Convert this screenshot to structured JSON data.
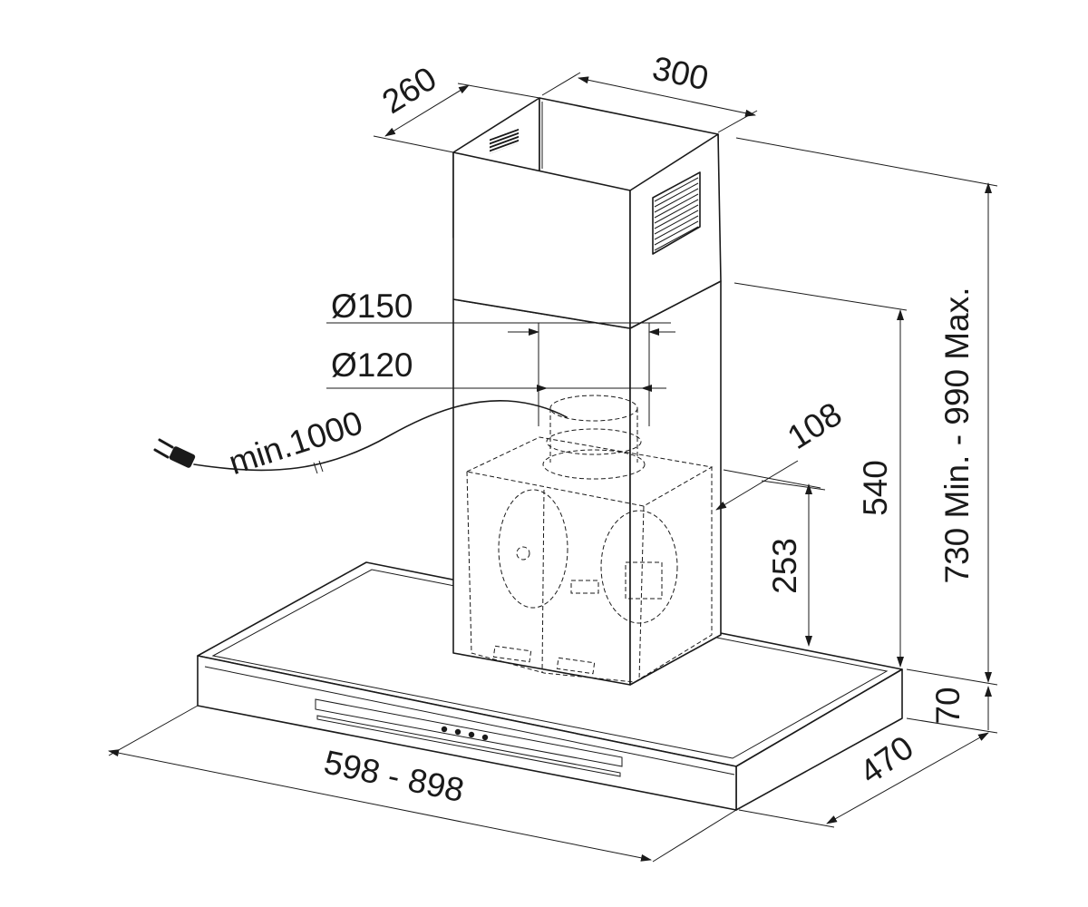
{
  "dimensions": {
    "chimney_depth": "260",
    "chimney_width": "300",
    "outlet_150": "Ø150",
    "outlet_120": "Ø120",
    "cable_length": "min.1000",
    "outlet_offset": "108",
    "motor_height": "540",
    "plug_height": "253",
    "total_height": "730 Min. - 990 Max.",
    "canopy_thickness": "70",
    "canopy_depth": "470",
    "canopy_width": "598 - 898"
  },
  "icons": {
    "plug": "power-plug-icon"
  },
  "colors": {
    "line": "#1a1a1a",
    "background": "#ffffff"
  }
}
